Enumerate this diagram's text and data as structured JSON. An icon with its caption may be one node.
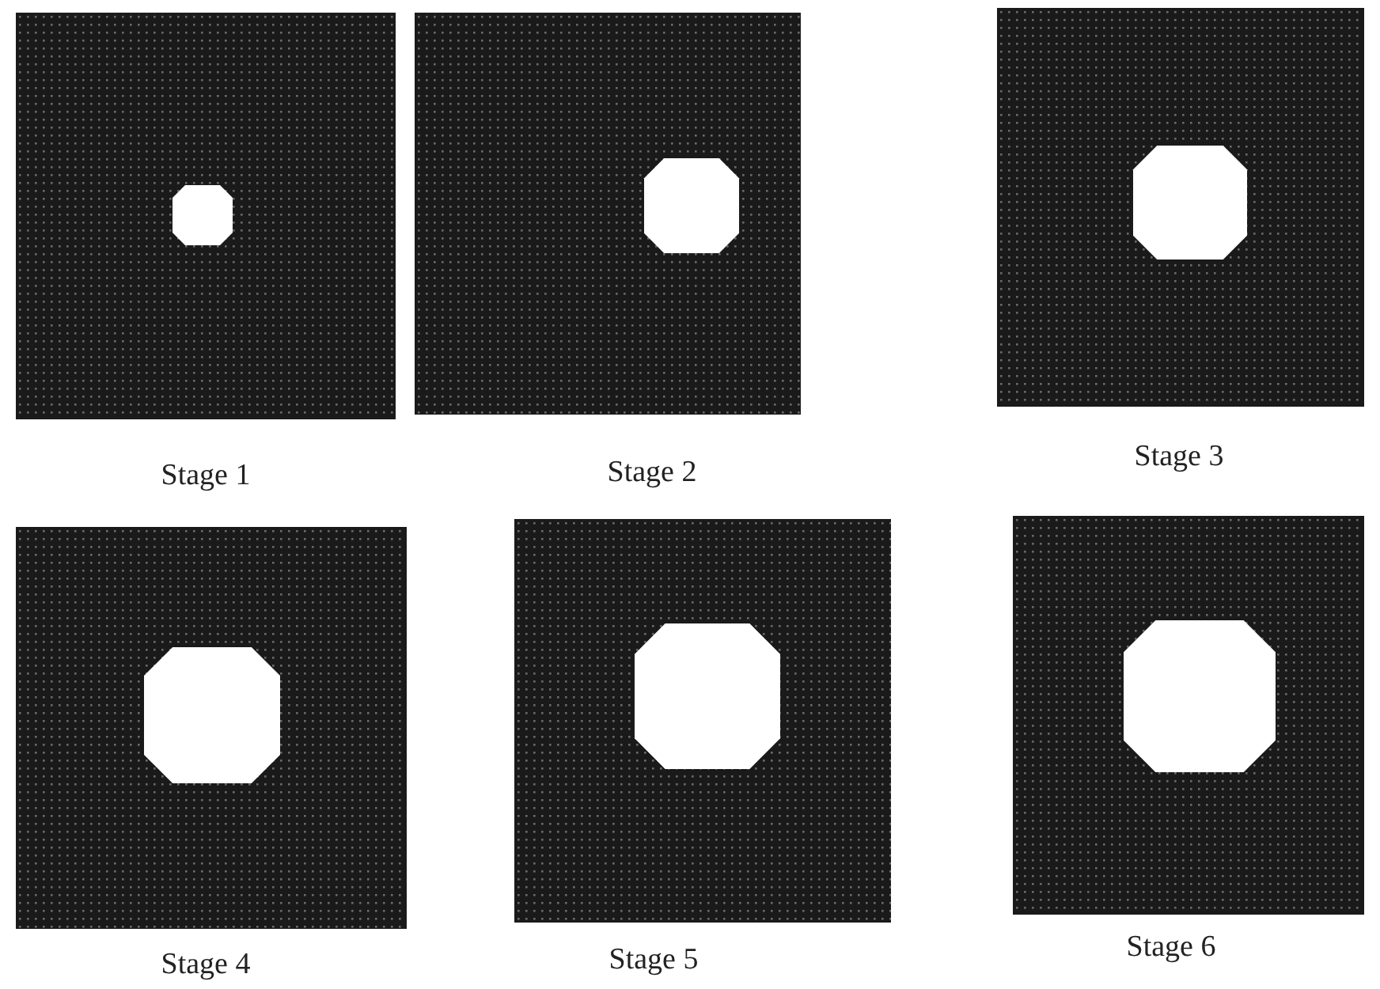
{
  "diagram": {
    "nodes": [
      {
        "text": [
          "Stage 1"
        ]
      },
      {
        "text": [
          "Stage 2"
        ]
      },
      {
        "text": [
          "Stage 3"
        ]
      },
      {
        "text": [
          "Stage 4"
        ]
      },
      {
        "text": [
          "Stage 5"
        ]
      },
      {
        "text": [
          "Stage 6"
        ]
      }
    ]
  }
}
